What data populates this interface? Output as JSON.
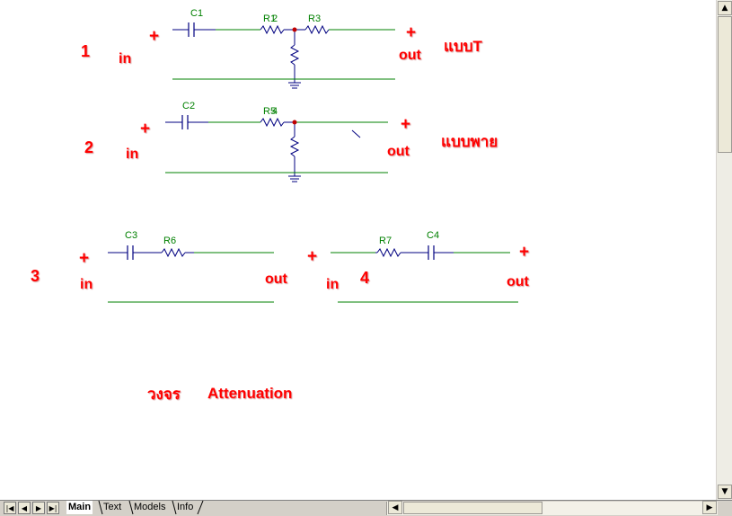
{
  "labels": {
    "c1": {
      "num": "1",
      "in": "in",
      "out": "out",
      "type": "แบบT"
    },
    "c2": {
      "num": "2",
      "in": "in",
      "out": "out",
      "type": "แบบพาย"
    },
    "c3": {
      "num": "3",
      "in": "in",
      "out": "out"
    },
    "c4": {
      "num": "4",
      "in": "in",
      "out": "out"
    },
    "plus": "+",
    "caption_th": "วงจร",
    "caption_en": "Attenuation"
  },
  "parts": {
    "c1": "C1",
    "r1": "R1",
    "r2": "2",
    "r3": "R3",
    "c2": "C2",
    "r5": "R5",
    "r4": "4",
    "c3": "C3",
    "r6": "R6",
    "r7": "R7",
    "c4": "C4"
  },
  "tabs": [
    "Main",
    "Text",
    "Models",
    "Info"
  ],
  "colors": {
    "wire": "#008000",
    "component": "#0000c0",
    "node": "#c00000",
    "label": "#ff0000"
  }
}
